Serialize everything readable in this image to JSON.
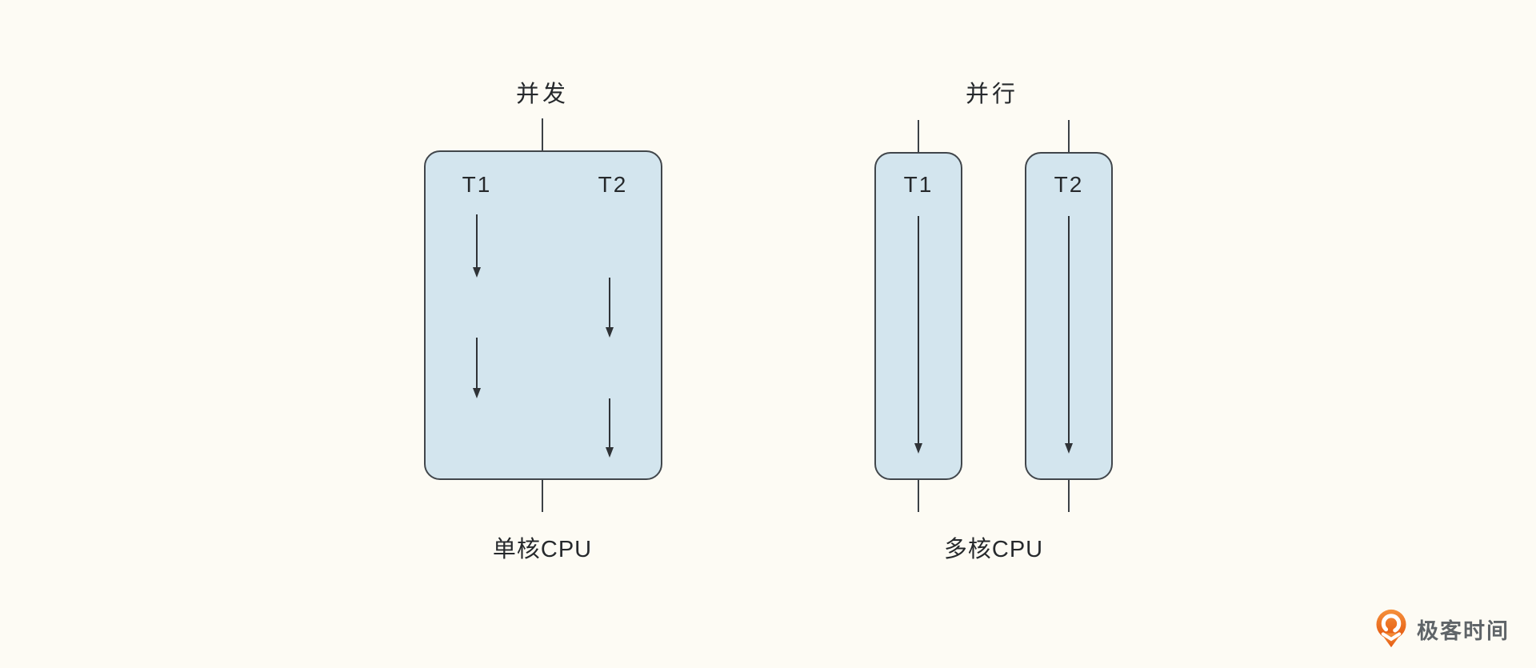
{
  "page": {
    "background_color": "#fdfbf4"
  },
  "diagram": {
    "left": {
      "title": "并发",
      "cpu_label": "单核CPU",
      "threads": [
        {
          "label": "T1"
        },
        {
          "label": "T2"
        }
      ],
      "execution": "interleaved-arrows"
    },
    "right": {
      "title": "并行",
      "cpu_label": "多核CPU",
      "threads": [
        {
          "label": "T1"
        },
        {
          "label": "T2"
        }
      ],
      "execution": "continuous-parallel-arrows"
    },
    "colors": {
      "box_fill": "#d3e5ee",
      "box_border": "#41464b",
      "arrow": "#2f3337",
      "text": "#26292c"
    }
  },
  "logo": {
    "text": "极客时间",
    "icon": "geektime-pin-icon",
    "orange_top": "#f5913c",
    "orange_bottom": "#e4570e",
    "text_color": "#5f6468"
  }
}
